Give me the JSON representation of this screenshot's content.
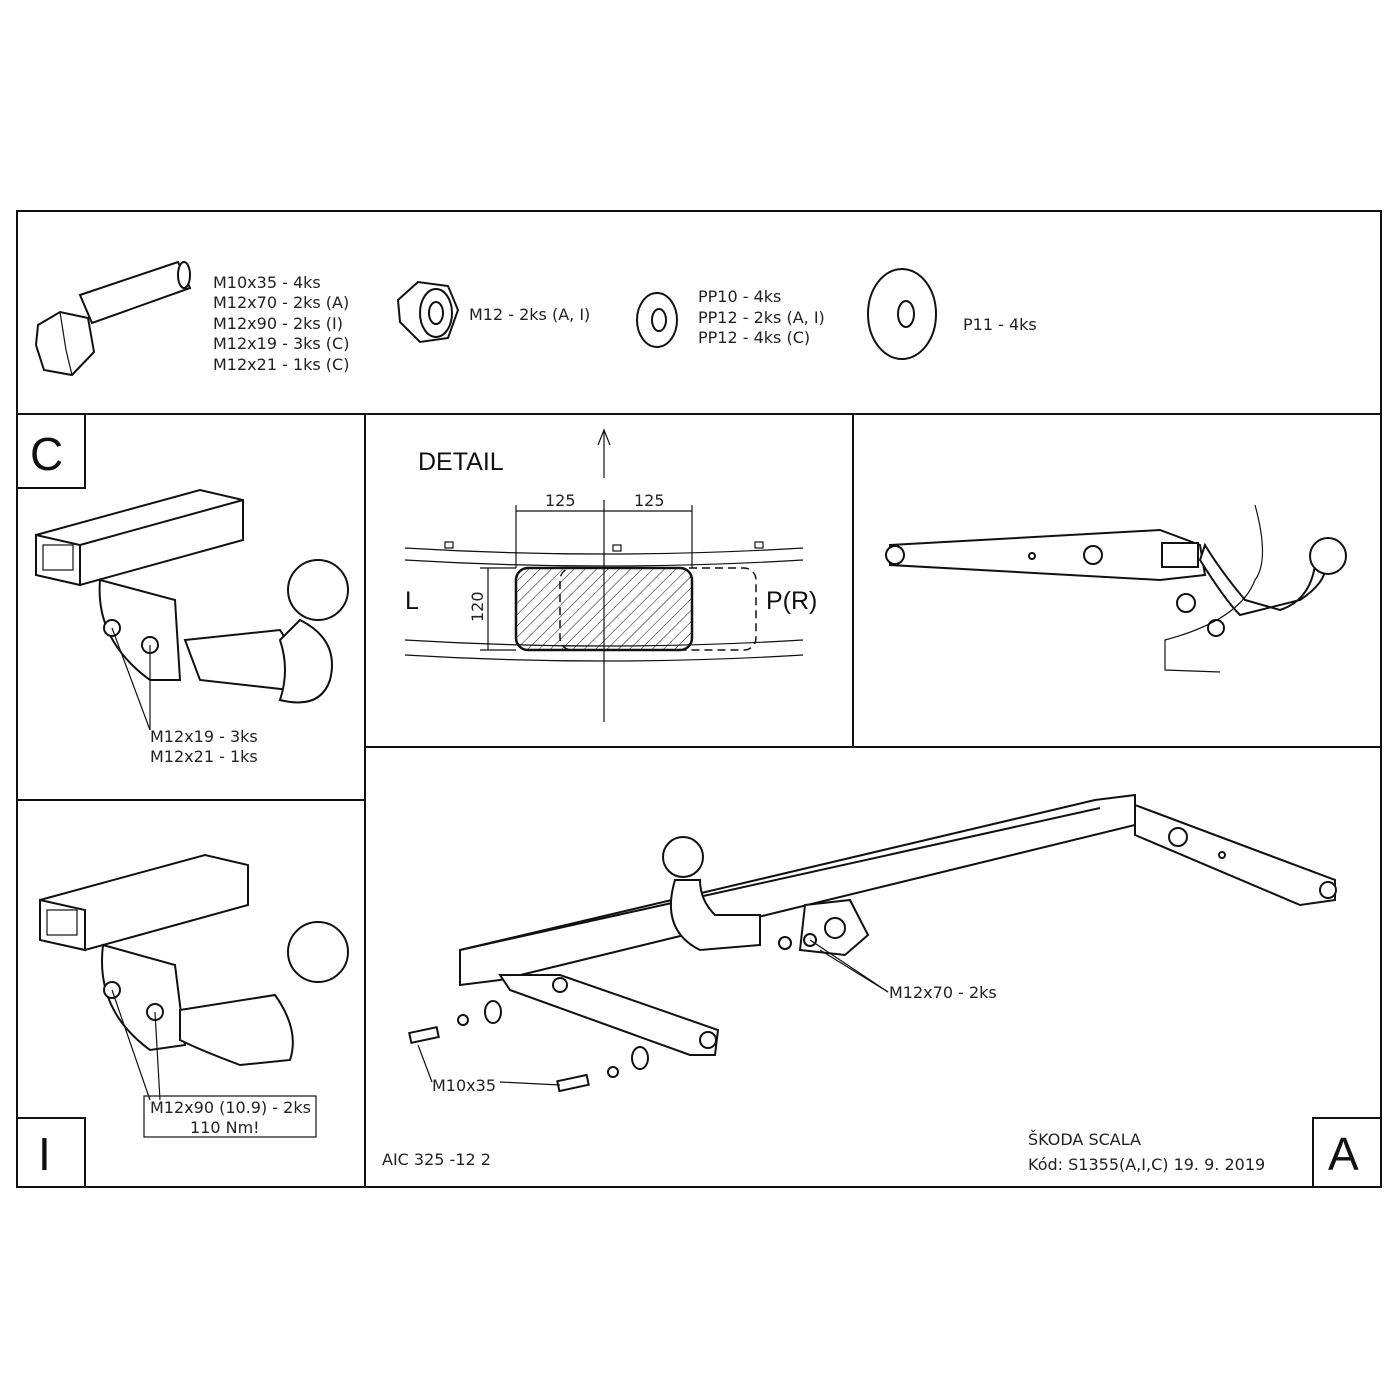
{
  "parts": {
    "bolts": [
      "M10x35 - 4ks",
      "M12x70 - 2ks (A)",
      "M12x90 - 2ks (I)",
      "M12x19 - 3ks (C)",
      "M12x21 - 1ks (C)"
    ],
    "nut": "M12 - 2ks (A, I)",
    "washers": [
      "PP10 - 4ks",
      "PP12 - 2ks (A, I)",
      "PP12 - 4ks (C)"
    ],
    "large_washer": "P11 - 4ks"
  },
  "panel_c": {
    "letter": "C",
    "labels": [
      "M12x19 - 3ks",
      "M12x21 - 1ks"
    ]
  },
  "panel_i": {
    "letter": "I",
    "labels": [
      "M12x90 (10.9) - 2ks",
      "110 Nm!"
    ]
  },
  "detail": {
    "title": "DETAIL",
    "dim_left": "125",
    "dim_right": "125",
    "dim_height": "120",
    "left_label": "L",
    "right_label": "P(R)"
  },
  "panel_a": {
    "letter": "A",
    "label_bolts": "M12x70 - 2ks",
    "label_m10": "M10x35",
    "drawing_no": "AIC 325 -12 2",
    "vehicle": "ŠKODA SCALA",
    "code": "Kód: S1355(A,I,C)  19. 9. 2019"
  }
}
